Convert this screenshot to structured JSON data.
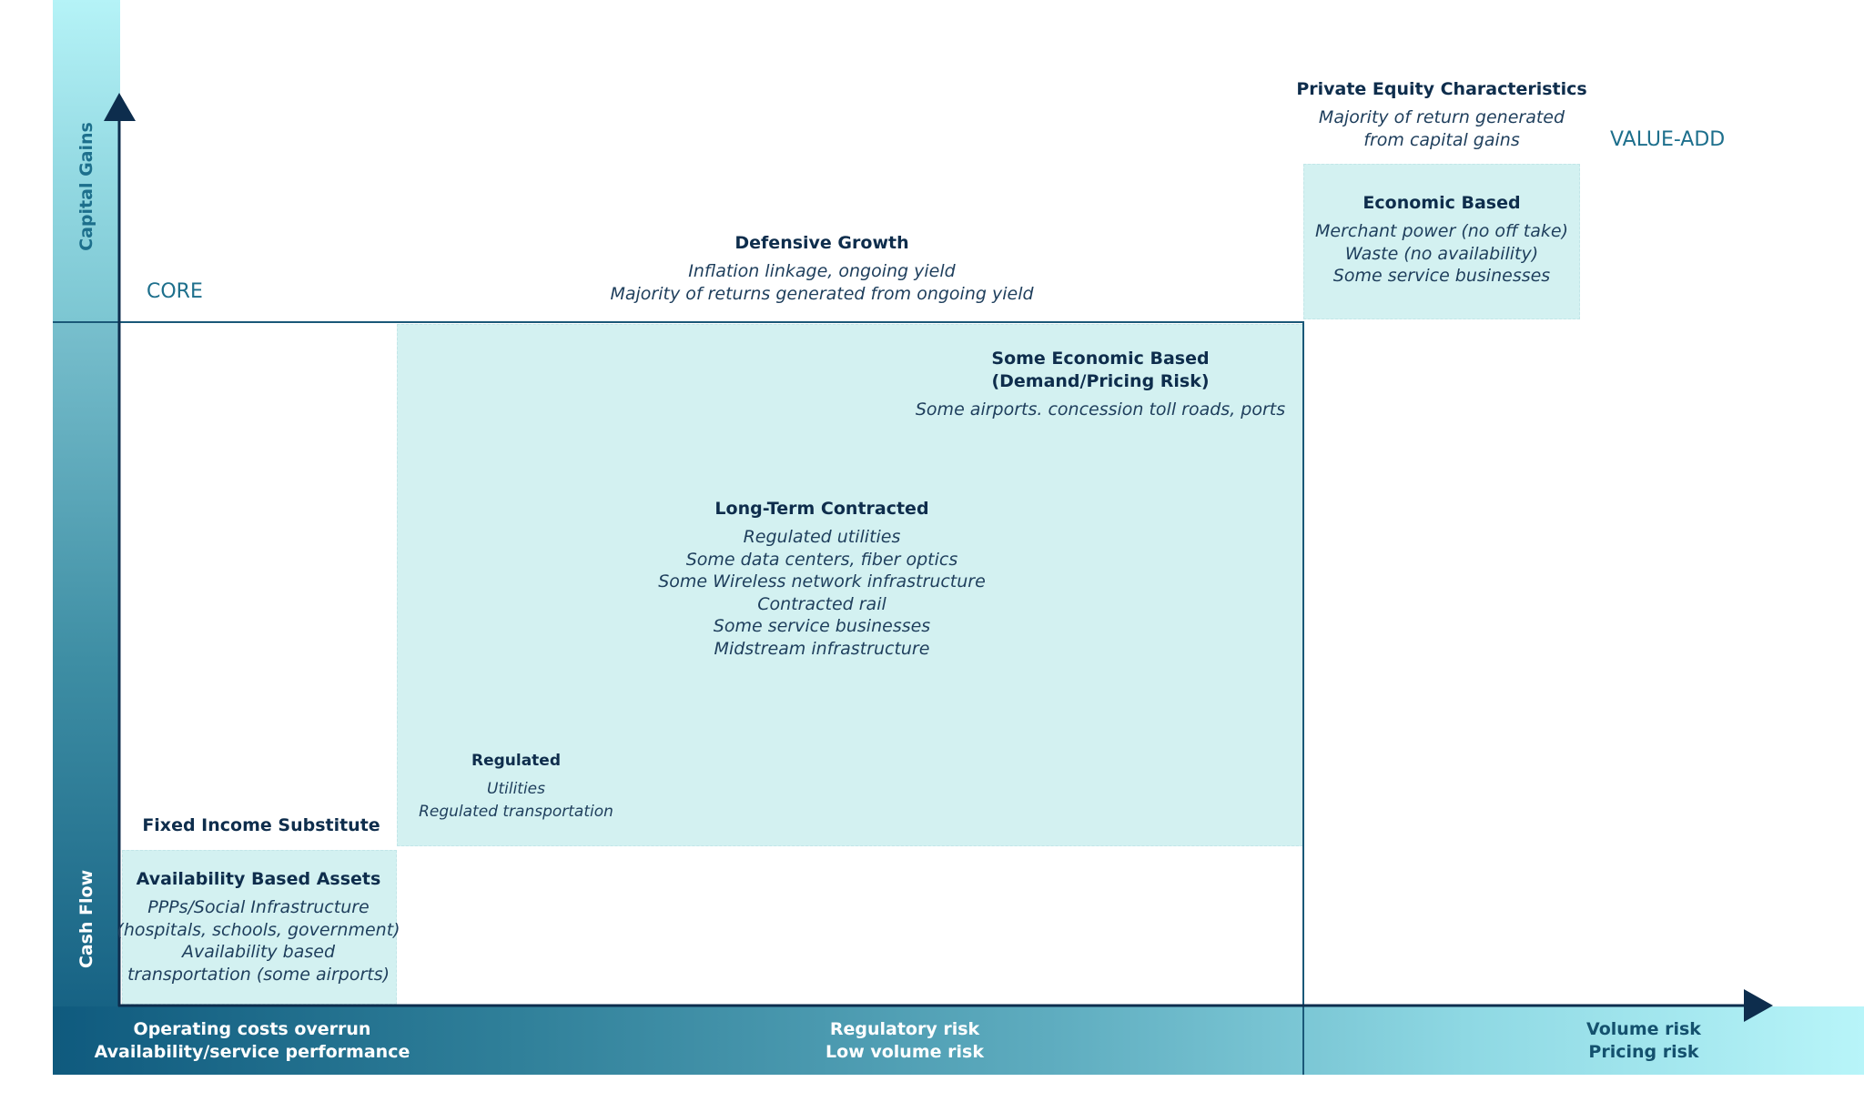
{
  "axes": {
    "y_top_label": "Capital Gains",
    "y_bottom_label": "Cash Flow",
    "x_segments": [
      {
        "lines": [
          "Operating costs overrun",
          "Availability/service performance"
        ]
      },
      {
        "lines": [
          "Regulatory risk",
          "Low volume risk"
        ]
      },
      {
        "lines": [
          "Volume risk",
          "Pricing risk"
        ]
      }
    ]
  },
  "zones": {
    "core": "CORE",
    "value_add": "VALUE-ADD"
  },
  "private_equity": {
    "title": "Private Equity Characteristics",
    "lines": [
      "Majority of return generated",
      "from capital gains"
    ]
  },
  "economic_based": {
    "title": "Economic Based",
    "lines": [
      "Merchant power (no off take)",
      "Waste (no availability)",
      "Some service businesses"
    ]
  },
  "defensive_growth": {
    "title": "Defensive Growth",
    "lines": [
      "Inflation linkage, ongoing yield",
      "Majority of returns generated from ongoing yield"
    ]
  },
  "some_economic_based": {
    "title_lines": [
      "Some Economic Based",
      "(Demand/Pricing Risk)"
    ],
    "lines": [
      "Some airports. concession toll roads, ports"
    ]
  },
  "long_term_contracted": {
    "title": "Long-Term Contracted",
    "lines": [
      "Regulated utilities",
      "Some data centers, fiber optics",
      "Some Wireless network infrastructure",
      "Contracted rail",
      "Some service businesses",
      "Midstream infrastructure"
    ]
  },
  "regulated": {
    "title": "Regulated",
    "lines": [
      "Utilities",
      "Regulated transportation"
    ]
  },
  "fixed_income": {
    "title": "Fixed Income Substitute"
  },
  "availability_based": {
    "title": "Availability Based Assets",
    "lines": [
      "PPPs/Social Infrastructure",
      "(hospitals, schools, government)",
      "Availability based",
      "transportation (some airports)"
    ]
  },
  "colors": {
    "navy": "#0d2d4d",
    "box_fill": "#d3f1f1",
    "teal_dark": "#0f5a7e",
    "teal_light": "#b8f5f9"
  }
}
